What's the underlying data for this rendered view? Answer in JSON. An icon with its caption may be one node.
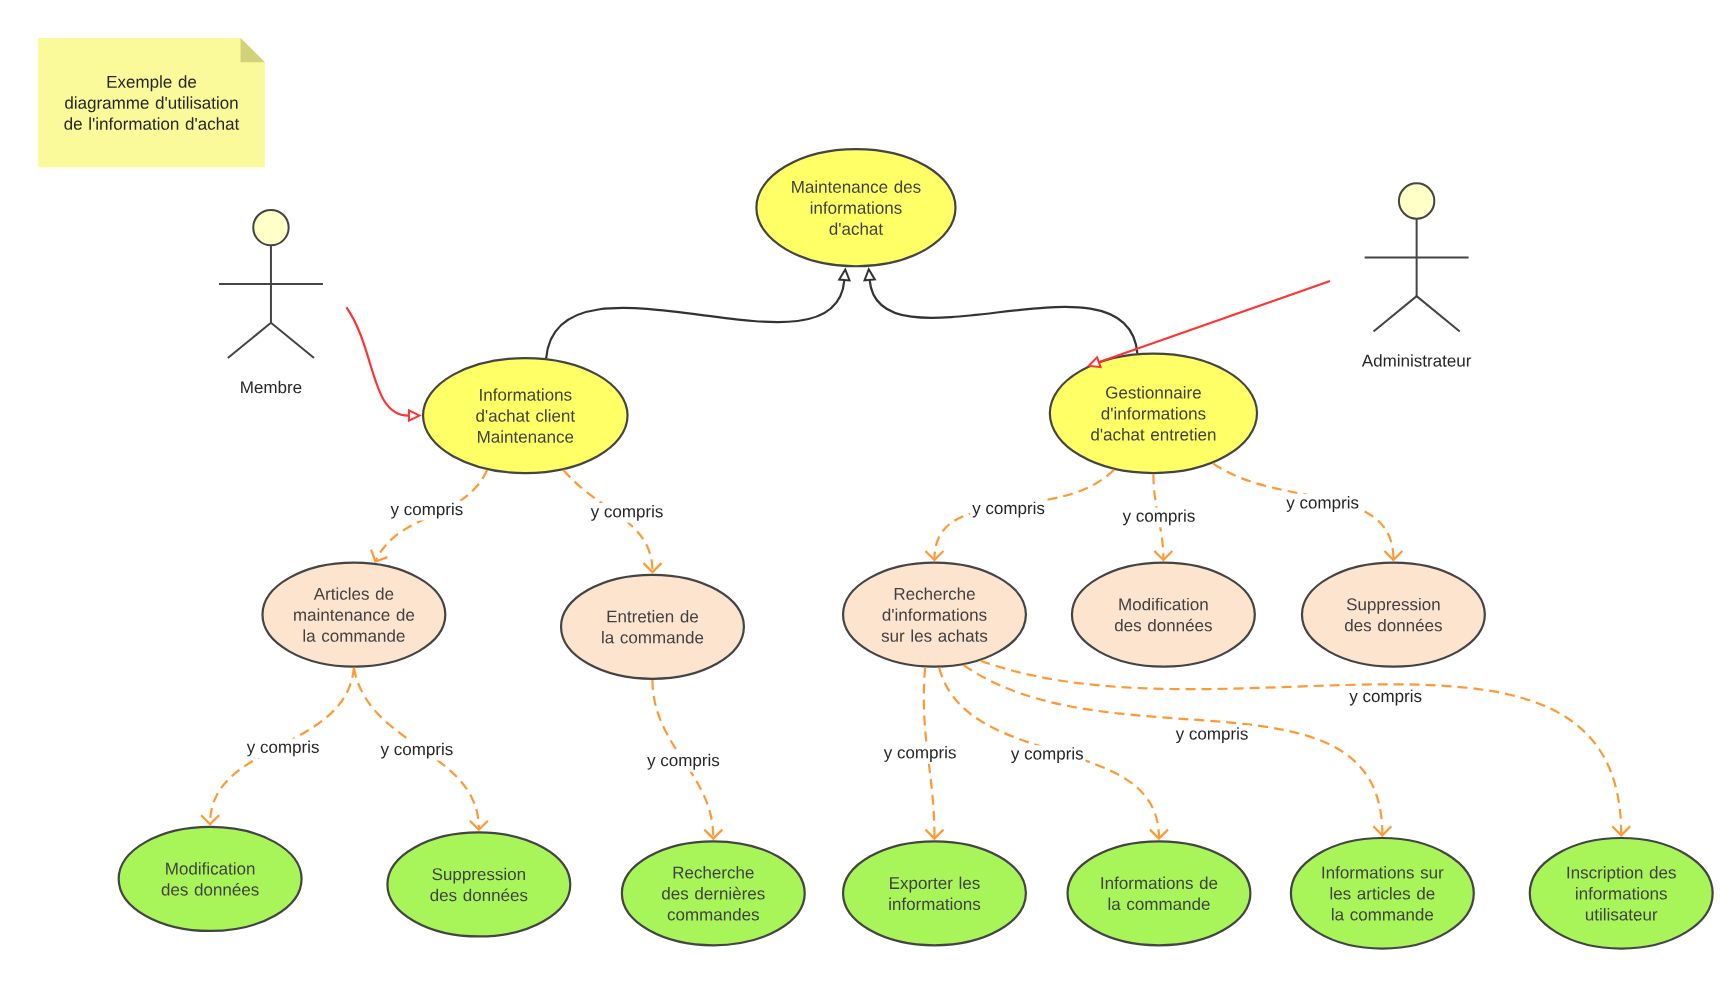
{
  "diagram": {
    "nodes": [
      {
        "text": [
          "Exemple de diagramme d'utilisation de l'information d'achat"
        ]
      },
      {
        "text": [
          "Maintenance des informations d'achat"
        ]
      },
      {
        "text": [
          "Membre"
        ]
      },
      {
        "text": [
          "Administrateur"
        ]
      },
      {
        "text": [
          "Informations d'achat client Maintenance"
        ]
      },
      {
        "text": [
          "Gestionnaire d'informations d'achat entretien"
        ]
      },
      {
        "text": [
          "Articles de maintenance de la commande"
        ]
      },
      {
        "text": [
          "Entretien de la commande"
        ]
      },
      {
        "text": [
          "Recherche d'informations sur les achats"
        ]
      },
      {
        "text": [
          "Modification des données"
        ]
      },
      {
        "text": [
          "Suppression des données"
        ]
      },
      {
        "text": [
          "Modification des données"
        ]
      },
      {
        "text": [
          "Suppression des données"
        ]
      },
      {
        "text": [
          "Recherche des dernières commandes"
        ]
      },
      {
        "text": [
          "Exporter les informations"
        ]
      },
      {
        "text": [
          "Informations de la commande"
        ]
      },
      {
        "text": [
          "Informations sur les articles de la commande"
        ]
      },
      {
        "text": [
          "Inscription des informations utilisateur"
        ]
      }
    ],
    "edges": [
      {
        "from": 4,
        "to": 1,
        "arrow": "to",
        "color": "#333333"
      },
      {
        "from": 5,
        "to": 1,
        "arrow": "to",
        "color": "#333333"
      },
      {
        "from": 2,
        "to": 4,
        "arrow": "to",
        "color": "#ff3333"
      },
      {
        "from": 3,
        "to": 5,
        "arrow": "to",
        "color": "#ff3333"
      },
      {
        "from": 4,
        "to": 6,
        "arrow": "to",
        "style": "dashed",
        "label": "y compris"
      },
      {
        "from": 4,
        "to": 7,
        "arrow": "to",
        "style": "dashed",
        "label": "y compris"
      },
      {
        "from": 5,
        "to": 8,
        "arrow": "to",
        "style": "dashed",
        "label": "y compris"
      },
      {
        "from": 5,
        "to": 9,
        "arrow": "to",
        "style": "dashed",
        "label": "y compris"
      },
      {
        "from": 5,
        "to": 10,
        "arrow": "to",
        "style": "dashed",
        "label": "y compris"
      },
      {
        "from": 6,
        "to": 11,
        "arrow": "to",
        "style": "dashed",
        "label": "y compris"
      },
      {
        "from": 6,
        "to": 12,
        "arrow": "to",
        "style": "dashed",
        "label": "y compris"
      },
      {
        "from": 7,
        "to": 13,
        "arrow": "to",
        "style": "dashed",
        "label": "y compris"
      },
      {
        "from": 8,
        "to": 14,
        "arrow": "to",
        "style": "dashed",
        "label": "y compris"
      },
      {
        "from": 8,
        "to": 15,
        "arrow": "to",
        "style": "dashed",
        "label": "y compris"
      },
      {
        "from": 8,
        "to": 16,
        "arrow": "to",
        "style": "dashed",
        "label": "y compris"
      },
      {
        "from": 8,
        "to": 17,
        "arrow": "to",
        "style": "dashed",
        "label": "y compris"
      }
    ]
  }
}
